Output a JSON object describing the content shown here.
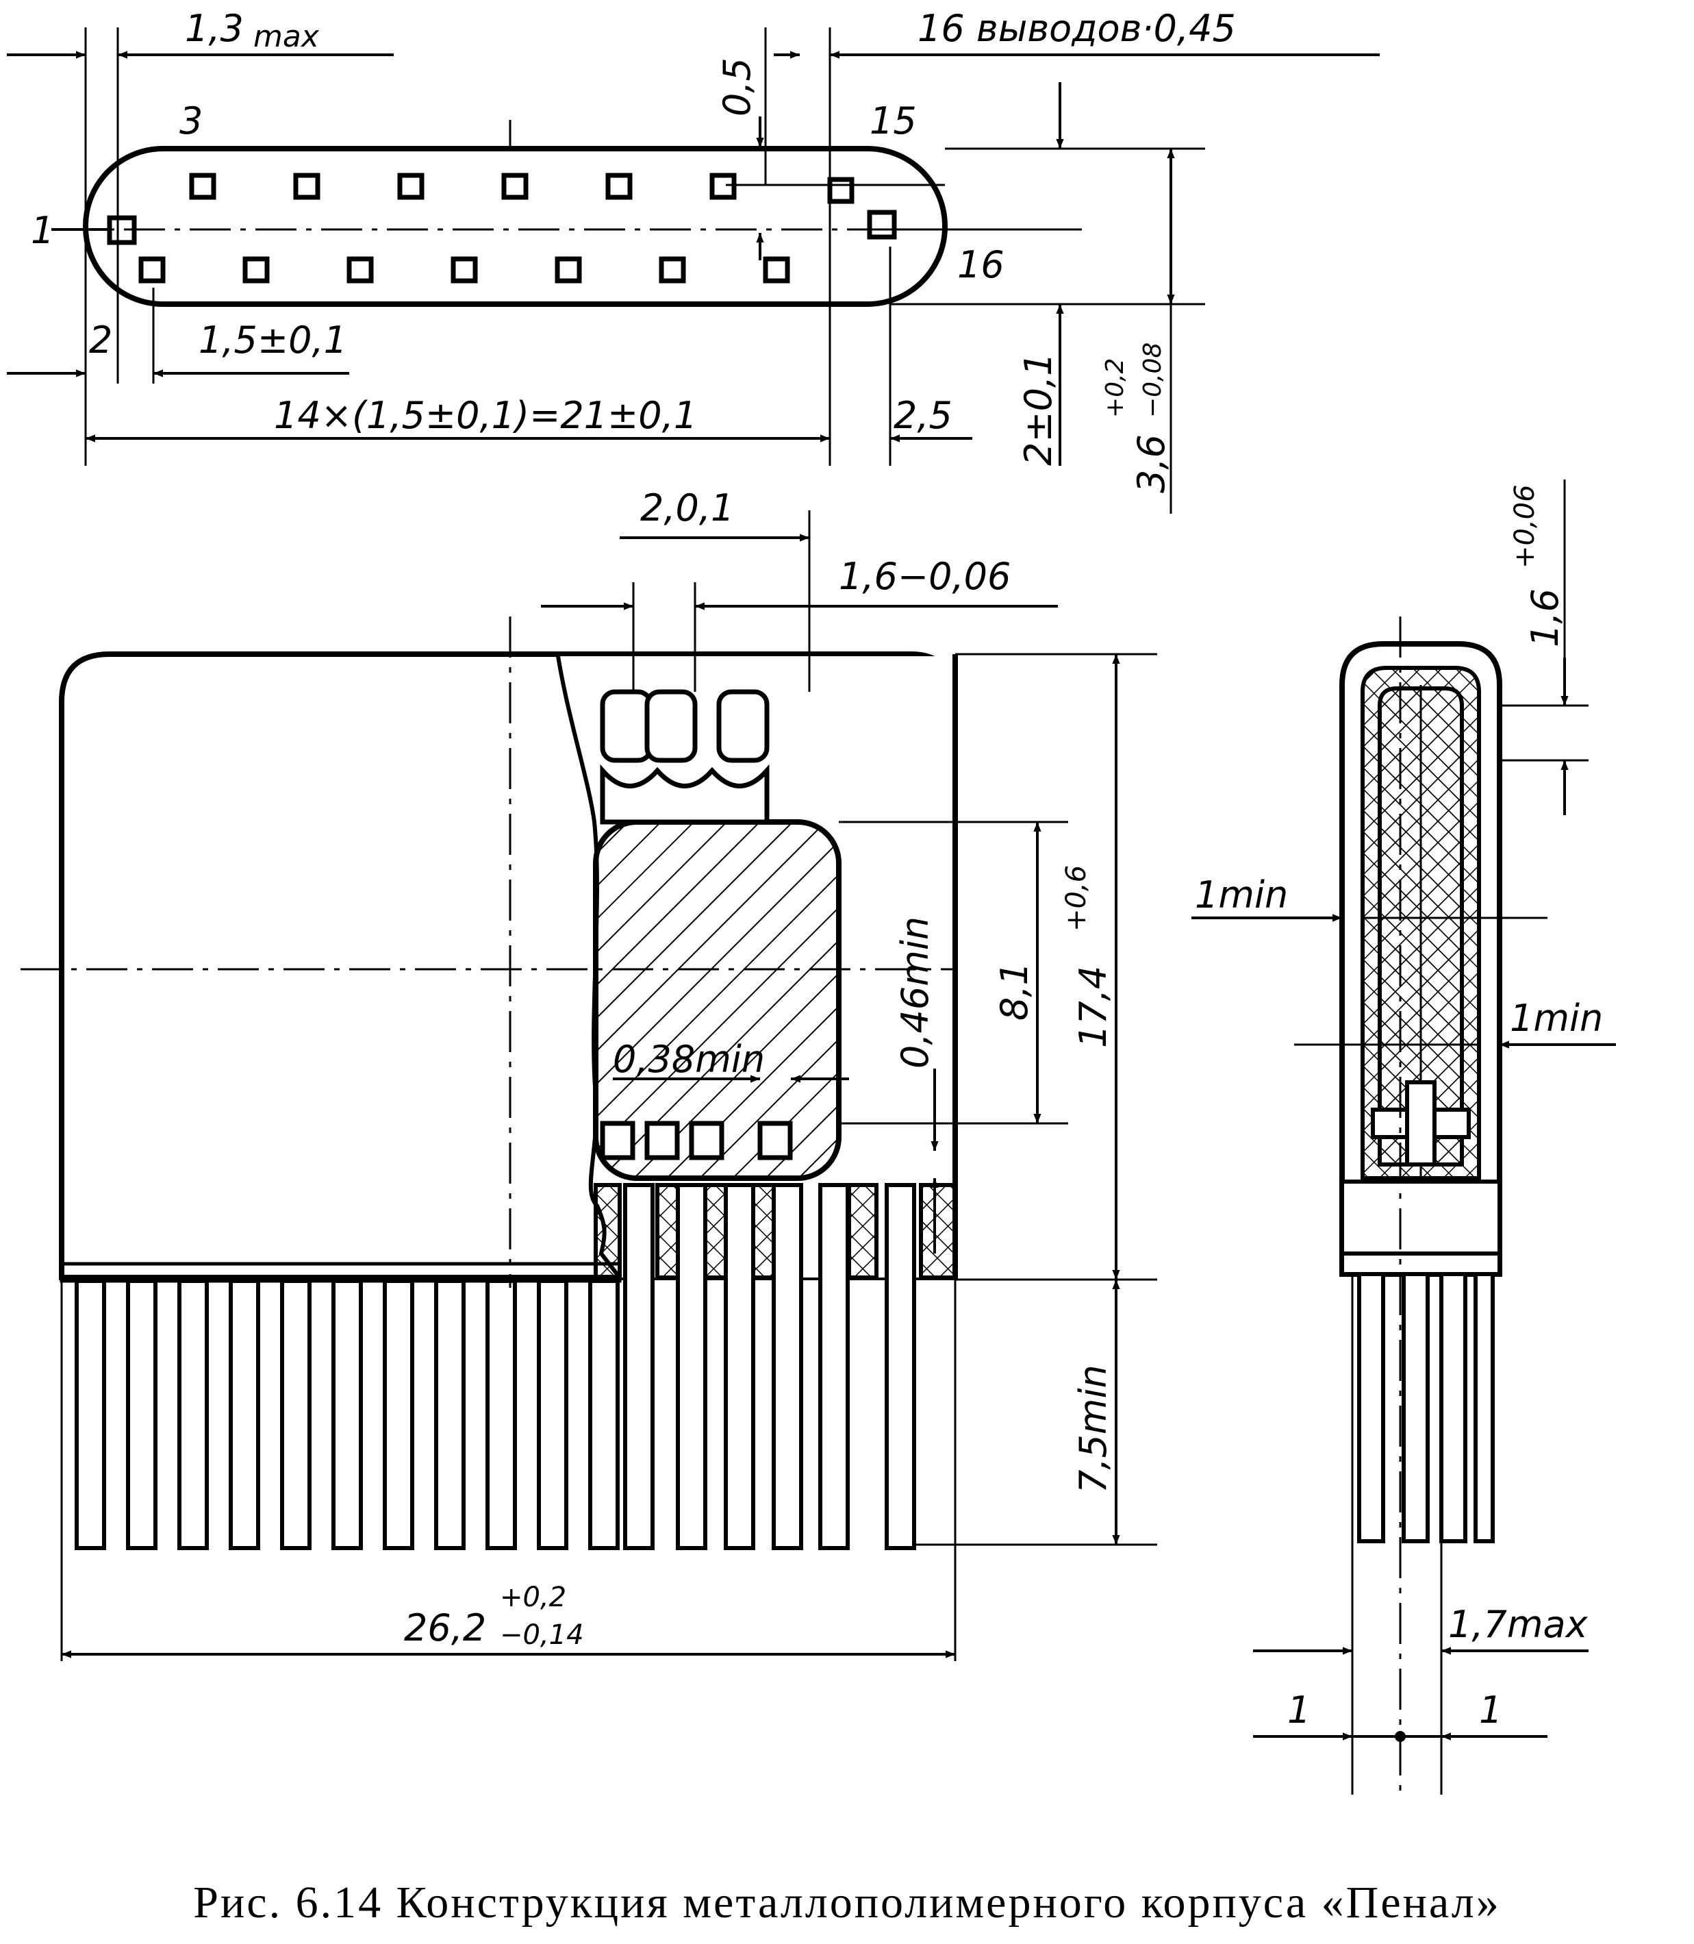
{
  "top_view": {
    "dim_1_3": "1,3",
    "dim_1_3_sub": "max",
    "dim_pins": "16 выводов·0,45",
    "dim_0_5": "0,5",
    "pin_label_3": "3",
    "pin_label_15": "15",
    "pin_label_1": "1",
    "pin_label_16": "16",
    "dim_2": "2",
    "dim_pitch": "1,5±0,1",
    "dim_total": "14×(1,5±0,1)=21±0,1",
    "dim_2_5": "2,5",
    "dim_height": "2±0,1",
    "dim_width_main": "3,6",
    "dim_width_tol_top": "+0,2",
    "dim_width_tol_bot": "−0,08"
  },
  "front_view": {
    "dim_2_0_1": "2,0,1",
    "dim_1_6": "1,6−0,06",
    "dim_0_46": "0,46min",
    "dim_8_1": "8,1",
    "dim_17_4": "17,4",
    "dim_17_4_tol": "+0,6",
    "dim_0_38": "0,38min",
    "dim_7_5": "7,5min",
    "dim_26_2": "26,2",
    "dim_26_2_tol_top": "+0,2",
    "dim_26_2_tol_bot": "−0,14"
  },
  "side_view": {
    "dim_1_6": "1,6",
    "dim_1_6_tol": "+0,06",
    "dim_1min_a": "1min",
    "dim_1min_b": "1min",
    "dim_1_7": "1,7max",
    "dim_1_left": "1",
    "dim_1_right": "1"
  },
  "caption": "Рис. 6.14 Конструкция металлополимерного корпуса «Пенал»"
}
